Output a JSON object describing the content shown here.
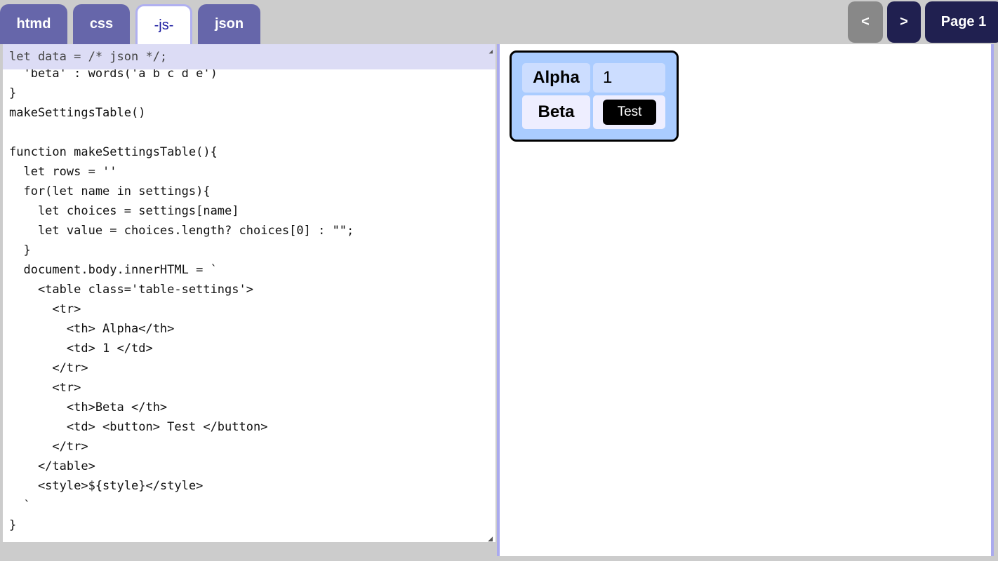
{
  "tabs": [
    {
      "label": "htmd"
    },
    {
      "label": "css"
    },
    {
      "label": "-js-",
      "active": true
    },
    {
      "label": "json"
    }
  ],
  "nav": {
    "prev": "<",
    "next": ">",
    "page": "Page 1"
  },
  "editor": {
    "top_line": "let data = /* json */;",
    "code": "  'beta' : words('a b c d e')\n}\nmakeSettingsTable()\n\nfunction makeSettingsTable(){\n  let rows = ''\n  for(let name in settings){\n    let choices = settings[name]\n    let value = choices.length? choices[0] : \"\";\n  }\n  document.body.innerHTML = `\n    <table class='table-settings'>\n      <tr>\n        <th> Alpha</th>\n        <td> 1 </td>\n      </tr>\n      <tr>\n        <th>Beta </th>\n        <td> <button> Test </button>\n      </tr>\n    </table>\n    <style>${style}</style>\n  `\n}"
  },
  "preview": {
    "rows": [
      {
        "header": "Alpha",
        "value": "1"
      },
      {
        "header": "Beta",
        "button": "Test"
      }
    ]
  },
  "colors": {
    "tab": "#6666aa",
    "nav_dark": "#202050",
    "nav_disabled": "#888888",
    "panel_border": "#aaaaee",
    "table_bg": "#aaccff"
  }
}
